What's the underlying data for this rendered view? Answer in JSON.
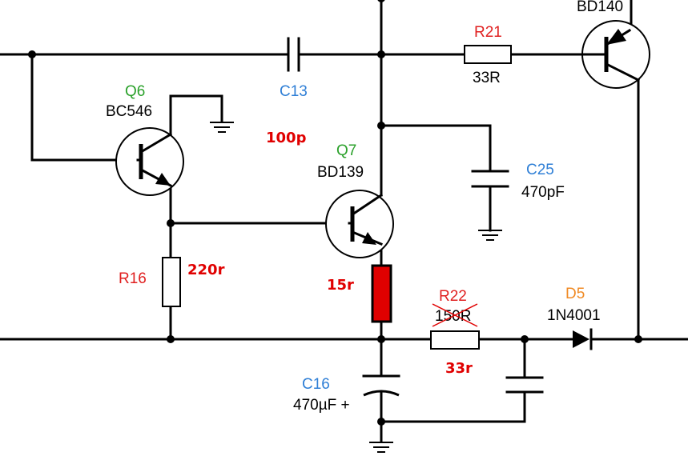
{
  "components": {
    "q6": {
      "ref": "Q6",
      "part": "BC546"
    },
    "q7": {
      "ref": "Q7",
      "part": "BD139"
    },
    "q8": {
      "part": "BD140"
    },
    "c13": {
      "ref": "C13"
    },
    "c25": {
      "ref": "C25",
      "value": "470pF"
    },
    "c16": {
      "ref": "C16",
      "value": "470µF +"
    },
    "r21": {
      "ref": "R21",
      "value": "33R"
    },
    "r16": {
      "ref": "R16"
    },
    "r22": {
      "ref": "R22",
      "value": "150R"
    },
    "d5": {
      "ref": "D5",
      "part": "1N4001"
    }
  },
  "annotations": {
    "c13_note": "100p",
    "r16_note": "220r",
    "emitter_note": "15r",
    "r22_note": "33r"
  },
  "colors": {
    "ref_green": "#2aa12a",
    "ref_blue": "#2f7fd6",
    "ref_red": "#e02020",
    "ref_orange": "#f08a24",
    "note_red": "#e00000",
    "highlight_fill": "#e00000"
  }
}
